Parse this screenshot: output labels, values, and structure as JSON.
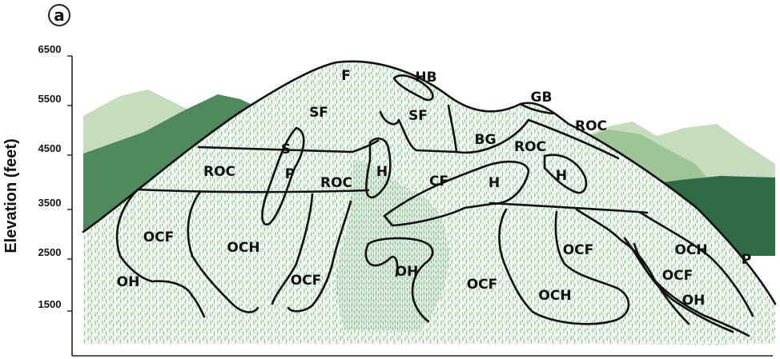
{
  "panel_label": "a",
  "y_axis": {
    "title": "Elevation (feet)",
    "ticks": [
      "6500",
      "5500",
      "4500",
      "3500",
      "2500",
      "1500"
    ]
  },
  "zones": [
    {
      "id": "F",
      "label": "F"
    },
    {
      "id": "HB",
      "label": "HB"
    },
    {
      "id": "SF1",
      "label": "SF"
    },
    {
      "id": "SF2",
      "label": "SF"
    },
    {
      "id": "GB",
      "label": "GB"
    },
    {
      "id": "ROC1",
      "label": "ROC"
    },
    {
      "id": "BG",
      "label": "BG"
    },
    {
      "id": "ROC2",
      "label": "ROC"
    },
    {
      "id": "S",
      "label": "S"
    },
    {
      "id": "ROC3",
      "label": "ROC"
    },
    {
      "id": "P1",
      "label": "P"
    },
    {
      "id": "ROC4",
      "label": "ROC"
    },
    {
      "id": "H1",
      "label": "H"
    },
    {
      "id": "CF",
      "label": "CF"
    },
    {
      "id": "H2",
      "label": "H"
    },
    {
      "id": "H3",
      "label": "H"
    },
    {
      "id": "OCF1",
      "label": "OCF"
    },
    {
      "id": "OCH1",
      "label": "OCH"
    },
    {
      "id": "OCF2",
      "label": "OCF"
    },
    {
      "id": "OH1",
      "label": "OH"
    },
    {
      "id": "OCF3",
      "label": "OCF"
    },
    {
      "id": "OCF4",
      "label": "OCF"
    },
    {
      "id": "OCH2",
      "label": "OCH"
    },
    {
      "id": "OCH3",
      "label": "OCH"
    },
    {
      "id": "P2",
      "label": "P"
    },
    {
      "id": "OCF5",
      "label": "OCF"
    },
    {
      "id": "OH2",
      "label": "OH"
    },
    {
      "id": "OH3",
      "label": "OH"
    }
  ],
  "colors": {
    "light_green": "#c5dcbd",
    "mid_green": "#9ec595",
    "dark_green": "#4f8a5c",
    "darkest_green": "#2f6b45",
    "forest_fill": "#edf5ec",
    "tree_marks": "#8fbf9a",
    "boundary": "#111111"
  }
}
